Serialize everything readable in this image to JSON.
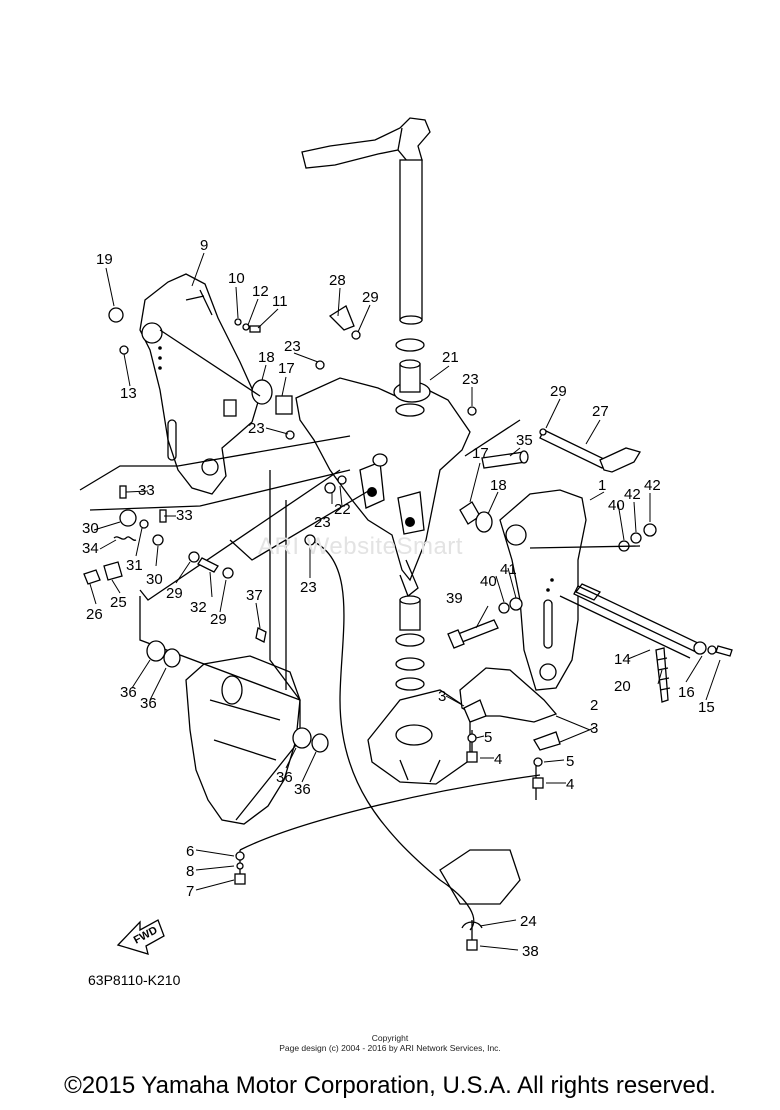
{
  "labels": {
    "l1": "1",
    "l2": "2",
    "l3a": "3",
    "l3b": "3",
    "l4a": "4",
    "l4b": "4",
    "l5a": "5",
    "l5b": "5",
    "l6": "6",
    "l7": "7",
    "l8": "8",
    "l9": "9",
    "l10": "10",
    "l11": "11",
    "l12": "12",
    "l13": "13",
    "l14": "14",
    "l15": "15",
    "l16": "16",
    "l17a": "17",
    "l17b": "17",
    "l18a": "18",
    "l18b": "18",
    "l19": "19",
    "l20": "20",
    "l21": "21",
    "l22": "22",
    "l23a": "23",
    "l23b": "23",
    "l23c": "23",
    "l23d": "23",
    "l23e": "23",
    "l24": "24",
    "l25": "25",
    "l26": "26",
    "l27": "27",
    "l28": "28",
    "l29a": "29",
    "l29b": "29",
    "l29c": "29",
    "l29d": "29",
    "l30a": "30",
    "l30b": "30",
    "l31": "31",
    "l32": "32",
    "l33a": "33",
    "l33b": "33",
    "l34": "34",
    "l35": "35",
    "l36a": "36",
    "l36b": "36",
    "l36c": "36",
    "l36d": "36",
    "l37": "37",
    "l38": "38",
    "l39": "39",
    "l40a": "40",
    "l40b": "40",
    "l41": "41",
    "l42a": "42",
    "l42b": "42"
  },
  "fwd_label": "FWD",
  "drawing_number": "63P8110-K210",
  "watermark": "ARI WebsiteSmart",
  "copyright_small_title": "Copyright",
  "copyright_small_text": "Page design (c) 2004 - 2016 by ARI Network Services, Inc.",
  "copyright_main": "©2015 Yamaha Motor Corporation, U.S.A. All rights reserved."
}
